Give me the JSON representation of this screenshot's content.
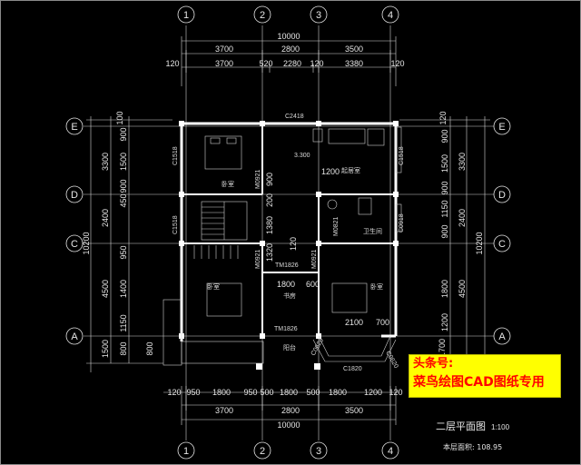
{
  "axes": {
    "columns": [
      "1",
      "2",
      "3",
      "4"
    ],
    "rows": [
      "E",
      "D",
      "C",
      "A"
    ]
  },
  "top_dims": {
    "total": "10000",
    "row1": [
      "3700",
      "2800",
      "3500"
    ],
    "row2": [
      "120",
      "3700",
      "520",
      "2280",
      "120",
      "3380",
      "120"
    ]
  },
  "bottom_dims": {
    "row1": [
      "120",
      "950",
      "1800",
      "950",
      "500",
      "1800",
      "500",
      "1800",
      "1200",
      "120"
    ],
    "row2": [
      "3700",
      "2800",
      "3500"
    ],
    "total": "10000"
  },
  "left_dims": {
    "inner": [
      "100",
      "900",
      "1500",
      "900",
      "450",
      "950",
      "1400",
      "1150",
      "800"
    ],
    "mid": [
      "3300",
      "2400",
      "4500",
      "1500"
    ],
    "total": "10200",
    "misc": "800"
  },
  "right_dims": {
    "inner": [
      "120",
      "900",
      "1500",
      "900",
      "1150",
      "900",
      "1800",
      "1200"
    ],
    "mid": [
      "3300",
      "2400",
      "4500"
    ],
    "total": "10200",
    "misc": "1700"
  },
  "labels": {
    "window_top": "C2418",
    "level": "3.300",
    "bedroom_nw": "卧室",
    "bedroom_sw": "卧室",
    "bedroom_se": "卧室",
    "living": "起居室",
    "bath": "卫生间",
    "study": "书房",
    "balcony": "阳台",
    "c1518_a": "C1518",
    "c1518_b": "C1518",
    "c1518_c": "C1518",
    "c0918": "C0918",
    "m0921_a": "M0921",
    "m0921_b": "M0921",
    "m0921_c": "M0921",
    "m0821": "M0821",
    "tm1826_a": "TM1826",
    "tm1826_b": "TM1826",
    "c1820": "C1820",
    "c0620_a": "C0620",
    "c0620_b": "C0620",
    "dim_1200": "1200",
    "dim_1800": "1800",
    "dim_2100": "2100",
    "dim_600": "600",
    "dim_700": "700",
    "dim_900": "900",
    "dim_200": "200",
    "dim_1380": "1380",
    "dim_1320": "1320",
    "dim_120": "120"
  },
  "banner": {
    "line1": "头条号:",
    "line2": "菜鸟绘图CAD图纸专用"
  },
  "title": {
    "name": "二层平面图",
    "scale": "1:100",
    "area": "本层面积: 108.95"
  },
  "colors": {
    "background": "#000000",
    "line": "#e6e6e6",
    "wall": "#ffffff",
    "banner_bg": "#ffff00",
    "banner_text": "#ff0000"
  }
}
